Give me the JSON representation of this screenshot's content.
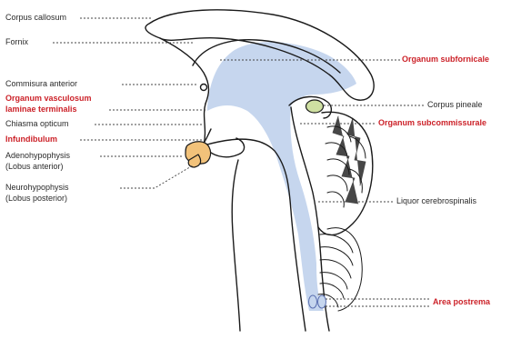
{
  "labels": {
    "corpus_callosum": "Corpus callosum",
    "fornix": "Fornix",
    "commisura_anterior": "Commisura anterior",
    "organum_vasculosum_1": "Organum vasculosum",
    "organum_vasculosum_2": "laminae terminalis",
    "chiasma_opticum": "Chiasma opticum",
    "infundibulum": "Infundibulum",
    "adenohypophysis_1": "Adenohypophysis",
    "adenohypophysis_2": "(Lobus anterior)",
    "neurohypophysis_1": "Neurohypophysis",
    "neurohypophysis_2": "(Lobus posterior)",
    "organum_subfornicale": "Organum subfornicale",
    "corpus_pineale": "Corpus pineale",
    "organum_subcommissurale": "Organum subcommissurale",
    "liquor_cerebrospinalis": "Liquor cerebrospinalis",
    "area_postrema": "Area postrema"
  },
  "colors": {
    "csf_blue": "#c6d6ee",
    "highlight_red": "#cc2229",
    "pituitary_orange": "#f2c27a",
    "pineal_green": "#cfe0a2",
    "outline": "#1a1a1a"
  }
}
